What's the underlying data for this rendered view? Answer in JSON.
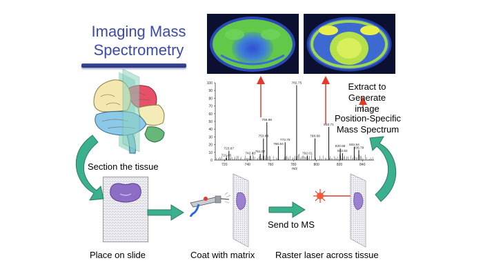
{
  "title": {
    "line1": "Imaging Mass",
    "line2": "Spectrometry"
  },
  "steps": {
    "section": "Section the tissue",
    "place": "Place on slide",
    "coat": "Coat with matrix",
    "send": "Send to MS",
    "raster": "Raster laser across tissue"
  },
  "right_labels": {
    "extract_line1": "Extract to",
    "extract_line2": "Generate image",
    "position_line1": "Position-Specific",
    "position_line2": "Mass Spectrum"
  },
  "colors": {
    "title": "#3b4aa8",
    "arrow_green": "#3bb08f",
    "arrow_red": "#e23a2a",
    "spectrum": "#222222",
    "slide_tissue": "#8c6fc4"
  },
  "chart_data": {
    "type": "bar",
    "xlabel": "m/z",
    "ylabel": "",
    "xlim": [
      712,
      850
    ],
    "ylim": [
      0,
      100
    ],
    "x_ticks": [
      "720",
      "740",
      "760",
      "780",
      "800",
      "820",
      "840"
    ],
    "y_ticks": [
      "0",
      "10",
      "20",
      "30",
      "40",
      "50",
      "60",
      "70",
      "80",
      "90",
      "100"
    ],
    "peaks": [
      {
        "x": 721.65,
        "y": 3,
        "label": "721.65"
      },
      {
        "x": 723.87,
        "y": 12,
        "label": "723.87"
      },
      {
        "x": 742.43,
        "y": 6,
        "label": "742.43"
      },
      {
        "x": 751.07,
        "y": 8,
        "label": "751.07"
      },
      {
        "x": 753.88,
        "y": 28,
        "label": "753.88"
      },
      {
        "x": 756.86,
        "y": 49,
        "label": "756.86"
      },
      {
        "x": 766.84,
        "y": 18,
        "label": "766.84"
      },
      {
        "x": 772.75,
        "y": 23,
        "label": "772.75"
      },
      {
        "x": 782.75,
        "y": 97,
        "label": "782.75"
      },
      {
        "x": 792.01,
        "y": 6,
        "label": "792.01"
      },
      {
        "x": 798.68,
        "y": 28,
        "label": "798.68"
      },
      {
        "x": 810.71,
        "y": 43,
        "label": "810.71"
      },
      {
        "x": 820.68,
        "y": 15,
        "label": "820.68"
      },
      {
        "x": 822.62,
        "y": 9,
        "label": "822.62"
      },
      {
        "x": 832.84,
        "y": 17,
        "label": "832.84"
      },
      {
        "x": 836.79,
        "y": 13,
        "label": "836.79"
      }
    ]
  }
}
